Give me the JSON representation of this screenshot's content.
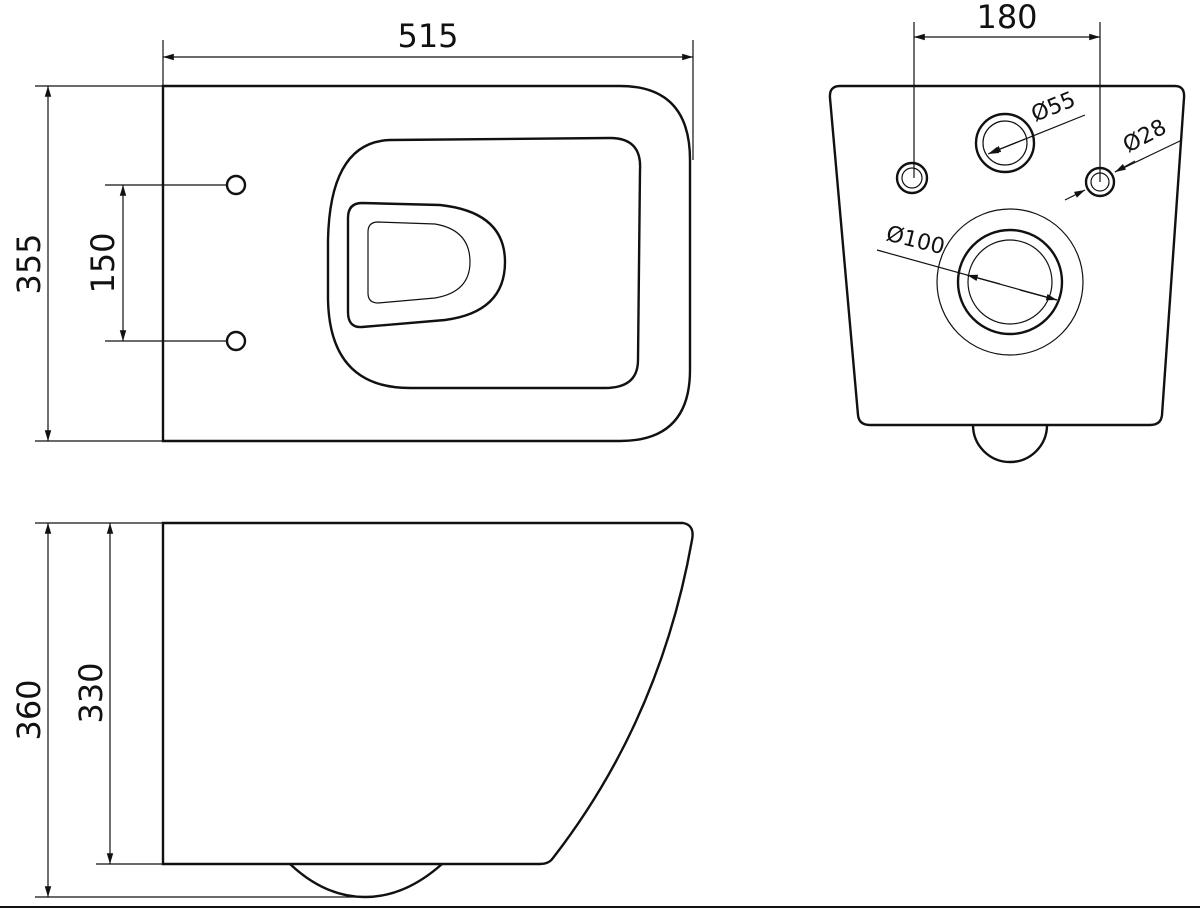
{
  "dimensions": {
    "top_view": {
      "length": "515",
      "width": "355",
      "fixing_spacing": "150"
    },
    "back_view": {
      "fixing_spacing": "180",
      "inlet_diameter": "Ø55",
      "fixing_hole_diameter": "Ø28",
      "outlet_diameter": "Ø100"
    },
    "side_view": {
      "total_height": "360",
      "body_height": "330"
    }
  },
  "colors": {
    "line": "#111111",
    "background": "#ffffff"
  }
}
